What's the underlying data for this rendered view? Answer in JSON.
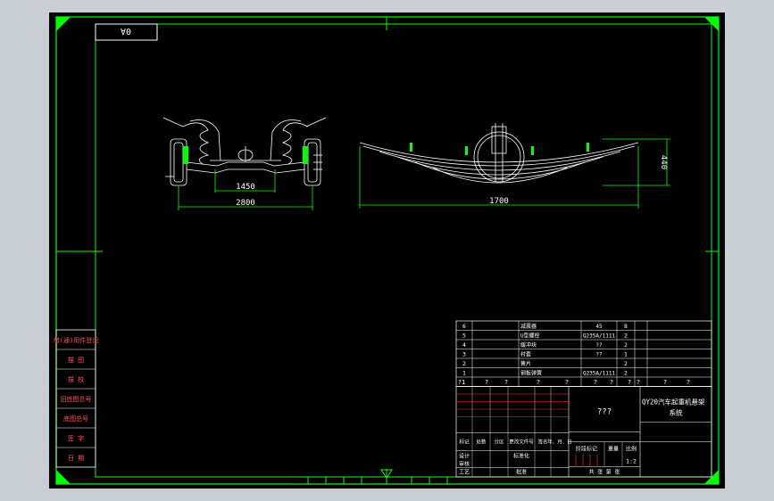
{
  "drawing": {
    "sheet_code": "0A",
    "colors": {
      "frame": "#00ff00",
      "line": "#ffffff",
      "title": "#ffff00",
      "accent": "#ff0000",
      "cyan": "#00ffff"
    }
  },
  "views": {
    "front_axle": {
      "inner_dim": "1450",
      "overall_dim": "2800"
    },
    "leaf_spring": {
      "length_dim": "1700",
      "height_dim": "440"
    }
  },
  "side_stamp": [
    "借(通)用件登记",
    "描 图",
    "描 校",
    "旧底图总号",
    "底图总号",
    "签 字",
    "日 期"
  ],
  "parts_list": [
    {
      "no": "6",
      "name": "减震器",
      "material": "45",
      "qty": "8"
    },
    {
      "no": "5",
      "name": "U型螺栓",
      "material": "Q235A/1111",
      "qty": "2"
    },
    {
      "no": "4",
      "name": "缓冲块",
      "material": "??",
      "qty": "2"
    },
    {
      "no": "3",
      "name": "衬套",
      "material": "??",
      "qty": "1"
    },
    {
      "no": "2",
      "name": "簧片",
      "material": "",
      "qty": "2"
    },
    {
      "no": "1",
      "name": "钢板弹簧",
      "material": "Q235A/1111",
      "qty": "2"
    }
  ],
  "header_row": [
    "?1",
    "?",
    "?",
    "?",
    "?",
    "?",
    "?",
    "?",
    "?",
    "?",
    "?"
  ],
  "title_block": {
    "placeholder": "???",
    "title": "QY20汽车起重机悬架系统",
    "scale": "1:2",
    "revision_labels": [
      "标记",
      "处数",
      "分区",
      "更改文件号",
      "签名",
      "年、月、日"
    ],
    "design_labels": [
      "设计",
      "",
      "标准化"
    ],
    "check_labels": [
      "审核",
      "工艺",
      "批准"
    ],
    "stage_label": "阶段标记",
    "weight_label": "重量",
    "scale_label": "比例",
    "sheet_label": "共 张 第 张"
  }
}
